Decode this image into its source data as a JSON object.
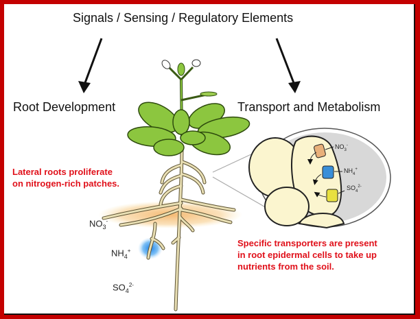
{
  "diagram": {
    "title": "Signals / Sensing / Regulatory Elements",
    "branches": {
      "left": "Root Development",
      "right": "Transport and Metabolism"
    },
    "notes": {
      "lateral_roots": "Lateral roots proliferate\non nitrogen-rich patches.",
      "transporters": "Specific transporters are present\nin root epidermal cells to take up\nnutrients from the soil."
    },
    "soil_ions": [
      {
        "base": "NO",
        "sub": "3",
        "sup": "-"
      },
      {
        "base": "NH",
        "sub": "4",
        "sup": "+"
      },
      {
        "base": "SO",
        "sub": "4",
        "sup": "2-"
      }
    ],
    "inset_ions": [
      {
        "base": "NO",
        "sub": "3",
        "sup": "-",
        "color": "#e8b07a"
      },
      {
        "base": "NH",
        "sub": "4",
        "sup": "+",
        "color": "#3a8fd8"
      },
      {
        "base": "SO",
        "sub": "4",
        "sup": "2-",
        "color": "#e8e040"
      }
    ],
    "colors": {
      "frame": "#c40000",
      "note_text": "#e0101a",
      "leaf": "#7dbb2c",
      "root": "#e9dfb4",
      "cell": "#fbf5cf",
      "nitrate_patch": "#f7c98a",
      "ammonium_patch": "#2b8fe8"
    }
  }
}
